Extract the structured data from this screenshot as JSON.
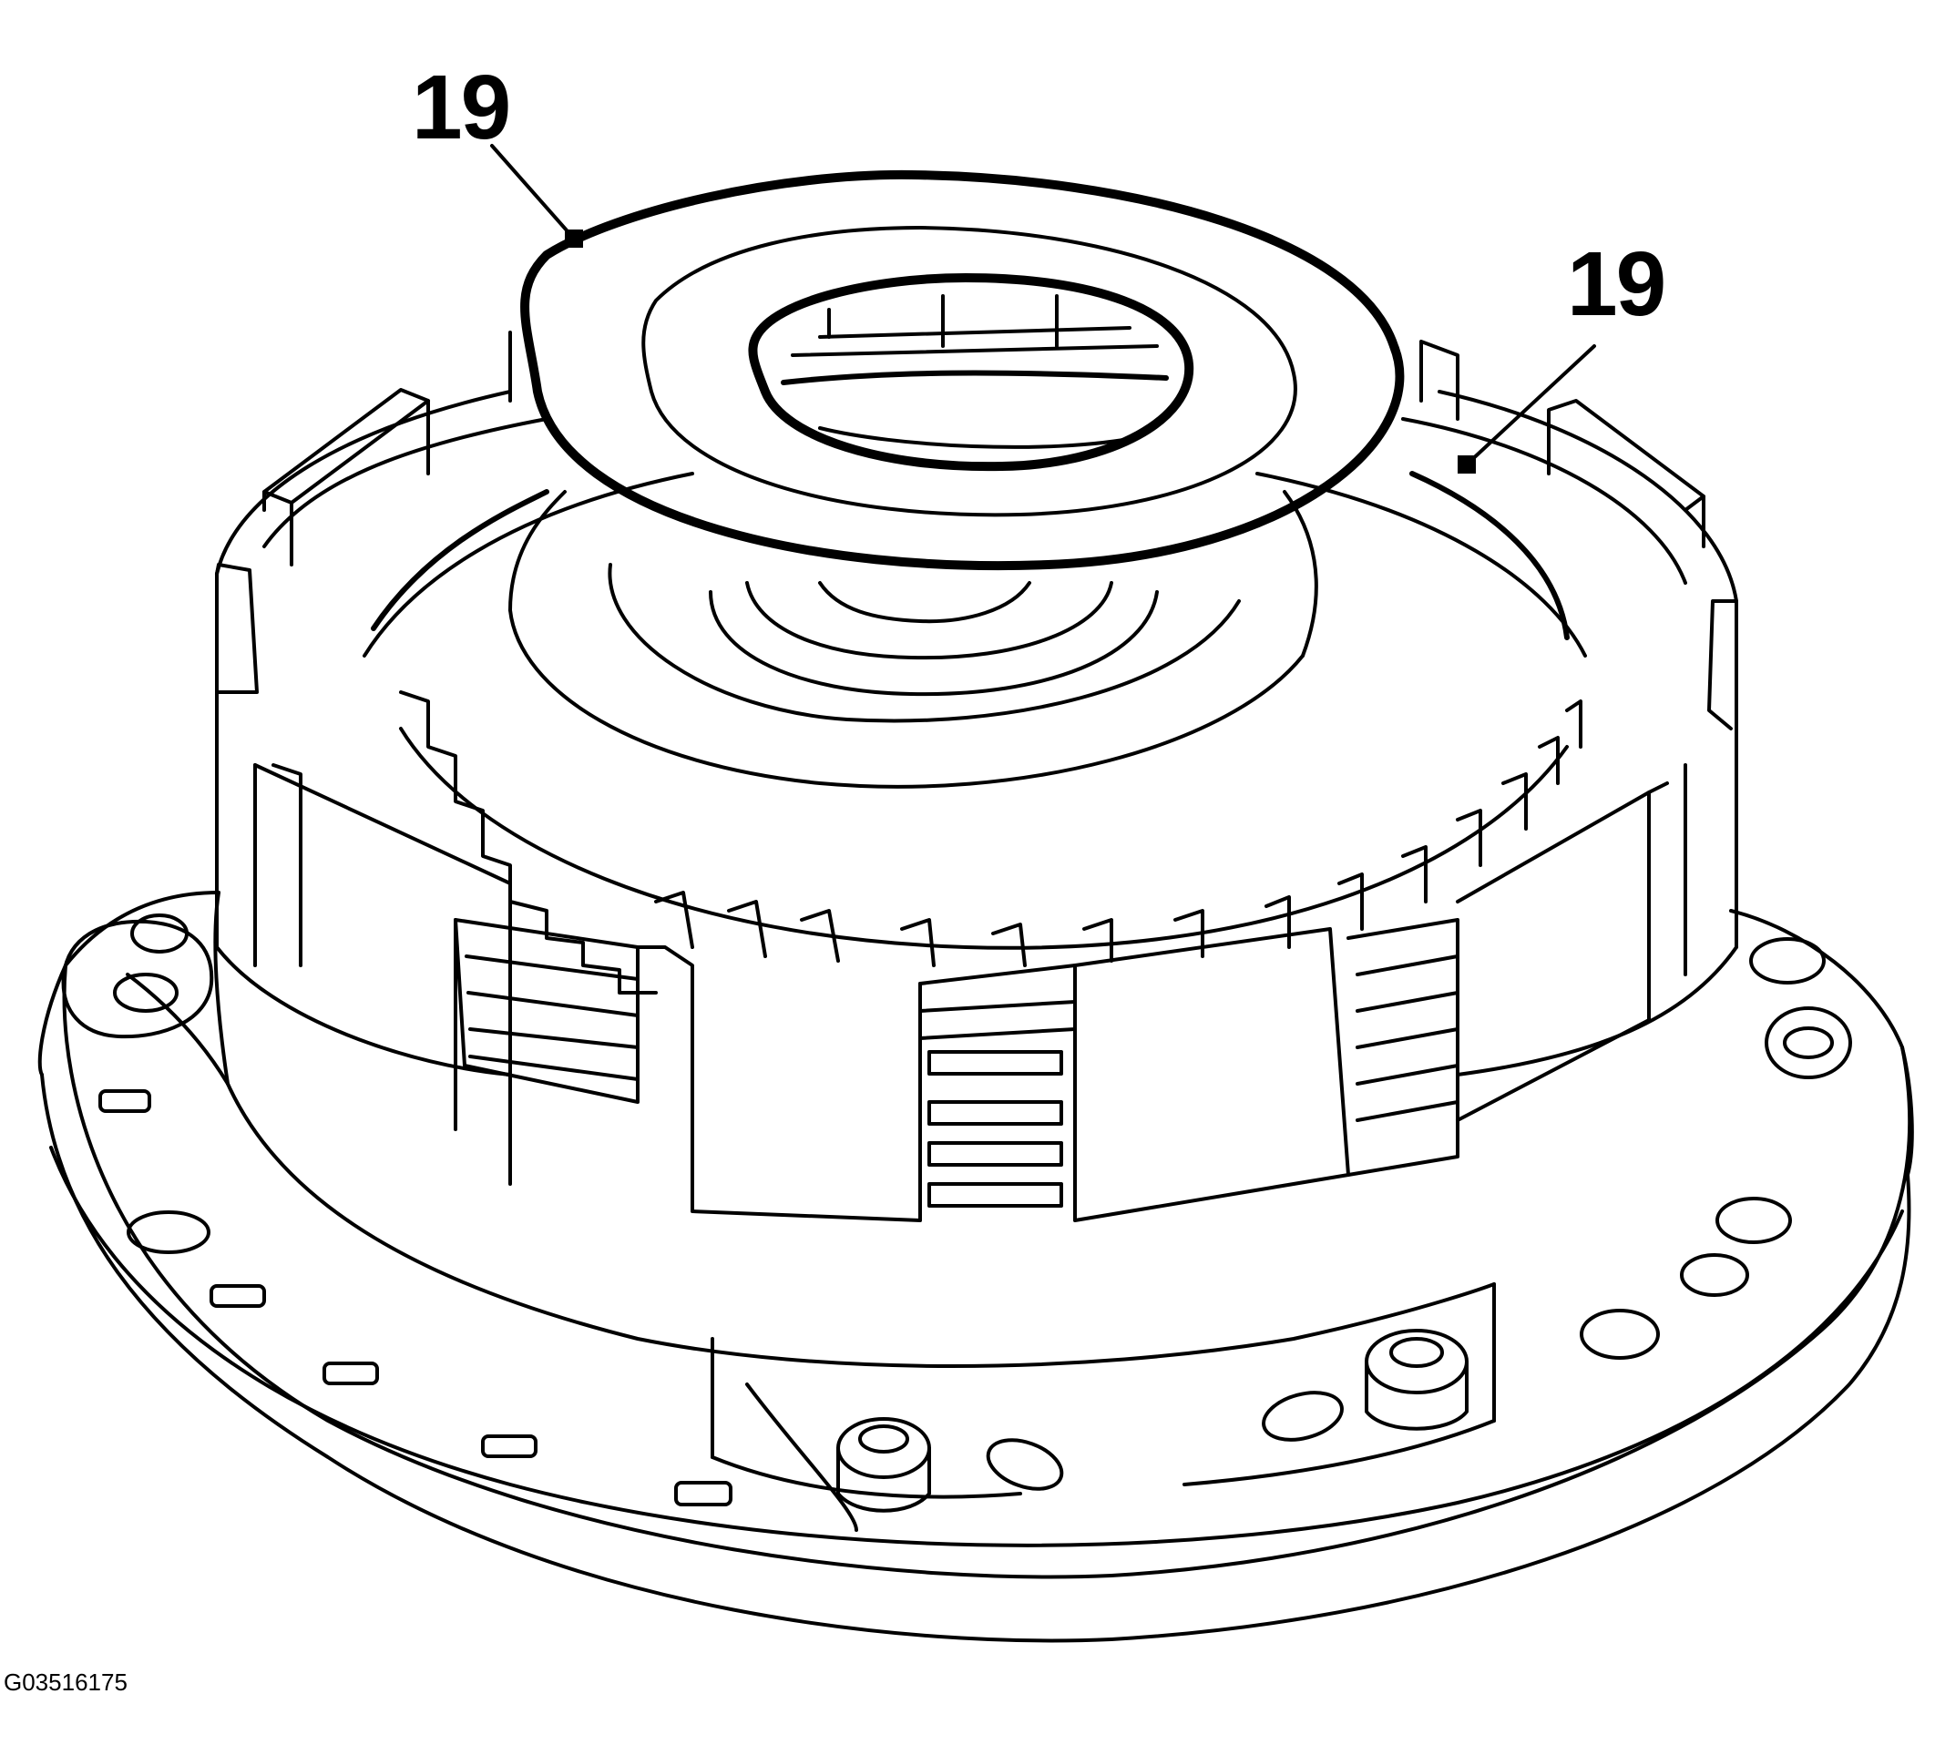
{
  "figure": {
    "callouts": [
      {
        "label": "19"
      },
      {
        "label": "19"
      }
    ],
    "figure_id": "G03516175"
  }
}
